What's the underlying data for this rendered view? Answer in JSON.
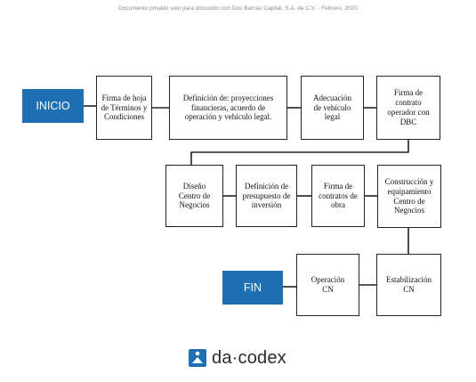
{
  "header": {
    "text": "Documento privado solo para discusión con Dos Barcas Capital, S.A. de C.V. - Febrero, 2020"
  },
  "flow": {
    "start": "INICIO",
    "end": "FIN",
    "row1": [
      "Firma de hoja de Términos y Condiciones",
      "Definición de: proyecciones financieras, acuerdo de operación y vehículo legal.",
      "Adecuación de vehículo legal",
      "Firma de contrato operador con DBC"
    ],
    "row2": [
      "Diseño Centro de Negocios",
      "Definición de presupuesto de inversión",
      "Firma de contratos de obra",
      "Construcción y equipamiento Centro de Negocios"
    ],
    "row3": [
      "Operación CN",
      "Estabilización CN"
    ]
  },
  "logo": {
    "text": "da·codex",
    "icon": "dacodex-logo-icon",
    "color": "#1e6fb4"
  },
  "colors": {
    "terminal": "#1e6fb4",
    "border": "#222222",
    "connector": "#222222"
  }
}
